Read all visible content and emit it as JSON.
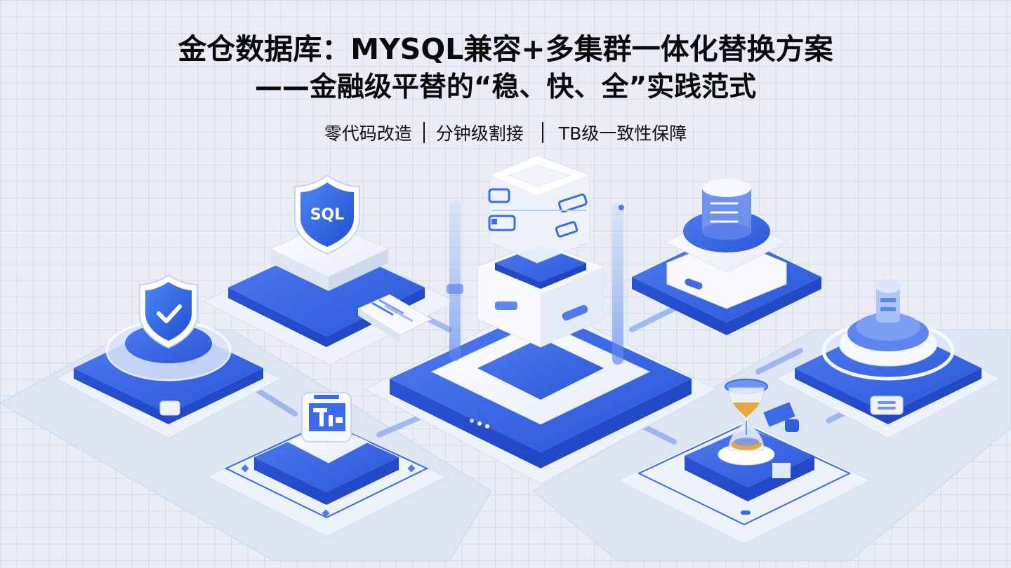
{
  "slide": {
    "title_line1": "金仓数据库：MYSQL兼容+多集群一体化替换方案",
    "title_line2": "——金融级平替的“稳、快、全”实践范式",
    "taglines": [
      "零代码改造",
      "分钟级割接",
      "TB级一致性保障"
    ]
  },
  "illustration": {
    "center_node": {
      "icon": "database-server-stack-icon"
    },
    "nodes": [
      {
        "id": "sql-shield",
        "icon": "sql-shield-icon",
        "label": "SQL"
      },
      {
        "id": "check-shield",
        "icon": "checkmark-shield-icon"
      },
      {
        "id": "migration-chip",
        "icon": "migration-chip-icon"
      },
      {
        "id": "database-cylinder",
        "icon": "database-cylinder-icon"
      },
      {
        "id": "cluster-ring",
        "icon": "cluster-ring-icon"
      },
      {
        "id": "hourglass",
        "icon": "hourglass-icon"
      }
    ],
    "colors": {
      "background": "#e9eef6",
      "grid": "#d5dce8",
      "primary_blue": "#2f5fe0",
      "light_blue": "#6e95f0",
      "platform_white": "#f4f7fc",
      "sand_orange": "#e8a840"
    }
  }
}
